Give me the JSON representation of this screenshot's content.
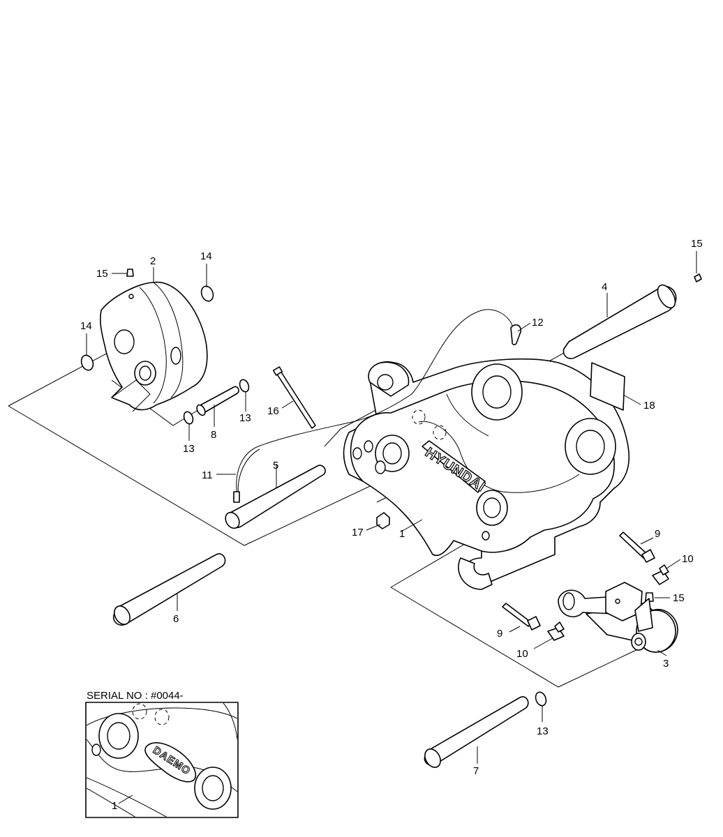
{
  "labels": {
    "l1": "1",
    "l1b": "1",
    "l2": "2",
    "l3": "3",
    "l4": "4",
    "l5": "5",
    "l6": "6",
    "l7": "7",
    "l8": "8",
    "l9a": "9",
    "l9b": "9",
    "l10a": "10",
    "l10b": "10",
    "l11": "11",
    "l12": "12",
    "l13a": "13",
    "l13b": "13",
    "l13c": "13",
    "l14a": "14",
    "l14b": "14",
    "l15a": "15",
    "l15b": "15",
    "l15c": "15",
    "l16": "16",
    "l17": "17",
    "l18": "18"
  },
  "inset": {
    "serial_text": "SERIAL NO : #0044-",
    "logo_text": "DAEMO"
  },
  "main_logo_text": "HYUNDAI"
}
